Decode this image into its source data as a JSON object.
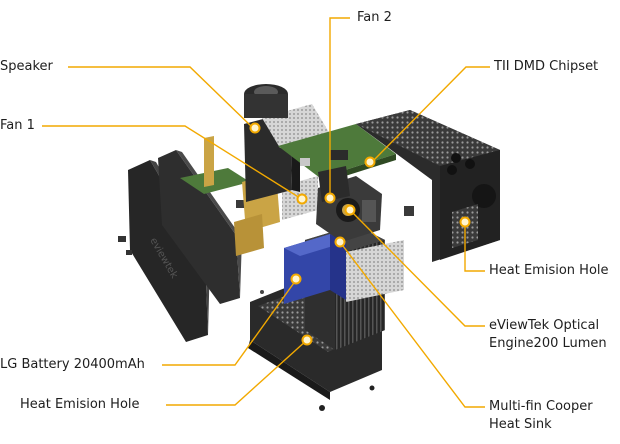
{
  "colors": {
    "leader": "#f2a900",
    "text": "#1e1e1e",
    "body_dark": "#2b2b2b",
    "board": "#4e7a3b",
    "battery": "#3346a8",
    "gold": "#caa445"
  },
  "labels": {
    "fan2": "Fan 2",
    "speaker": "Speaker",
    "dmd": "TII DMD Chipset",
    "fan1": "Fan 1",
    "heat_hole_right": "Heat Emision Hole",
    "optical_line1": "eViewTek Optical",
    "optical_line2": "Engine200 Lumen",
    "battery": "LG Battery 20400mAh",
    "heat_hole_left": "Heat Emision Hole",
    "sink_line1": "Multi-fin Cooper",
    "sink_line2": "Heat Sink"
  }
}
